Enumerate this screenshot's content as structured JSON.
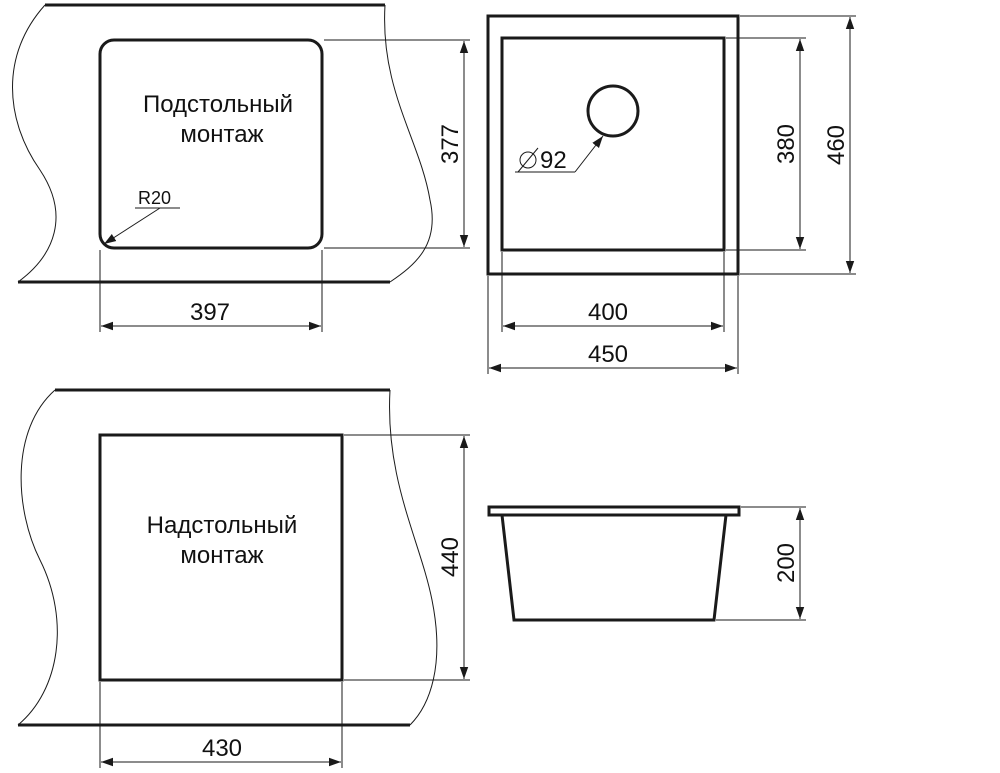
{
  "texts": {
    "undermount_line1": "Подстольный",
    "undermount_line2": "монтаж",
    "overmount_line1": "Надстольный",
    "overmount_line2": "монтаж",
    "radius": "R20",
    "drain": "92"
  },
  "dimensions": {
    "undermount_width": "397",
    "undermount_height": "377",
    "bowl_inner_width": "400",
    "bowl_outer_width": "450",
    "bowl_inner_height": "380",
    "bowl_outer_height": "460",
    "overmount_width": "430",
    "overmount_height": "440",
    "depth": "200"
  },
  "icons": {
    "diameter_symbol": "diameter-icon"
  },
  "colors": {
    "line": "#1a1a1a",
    "background": "#ffffff"
  }
}
